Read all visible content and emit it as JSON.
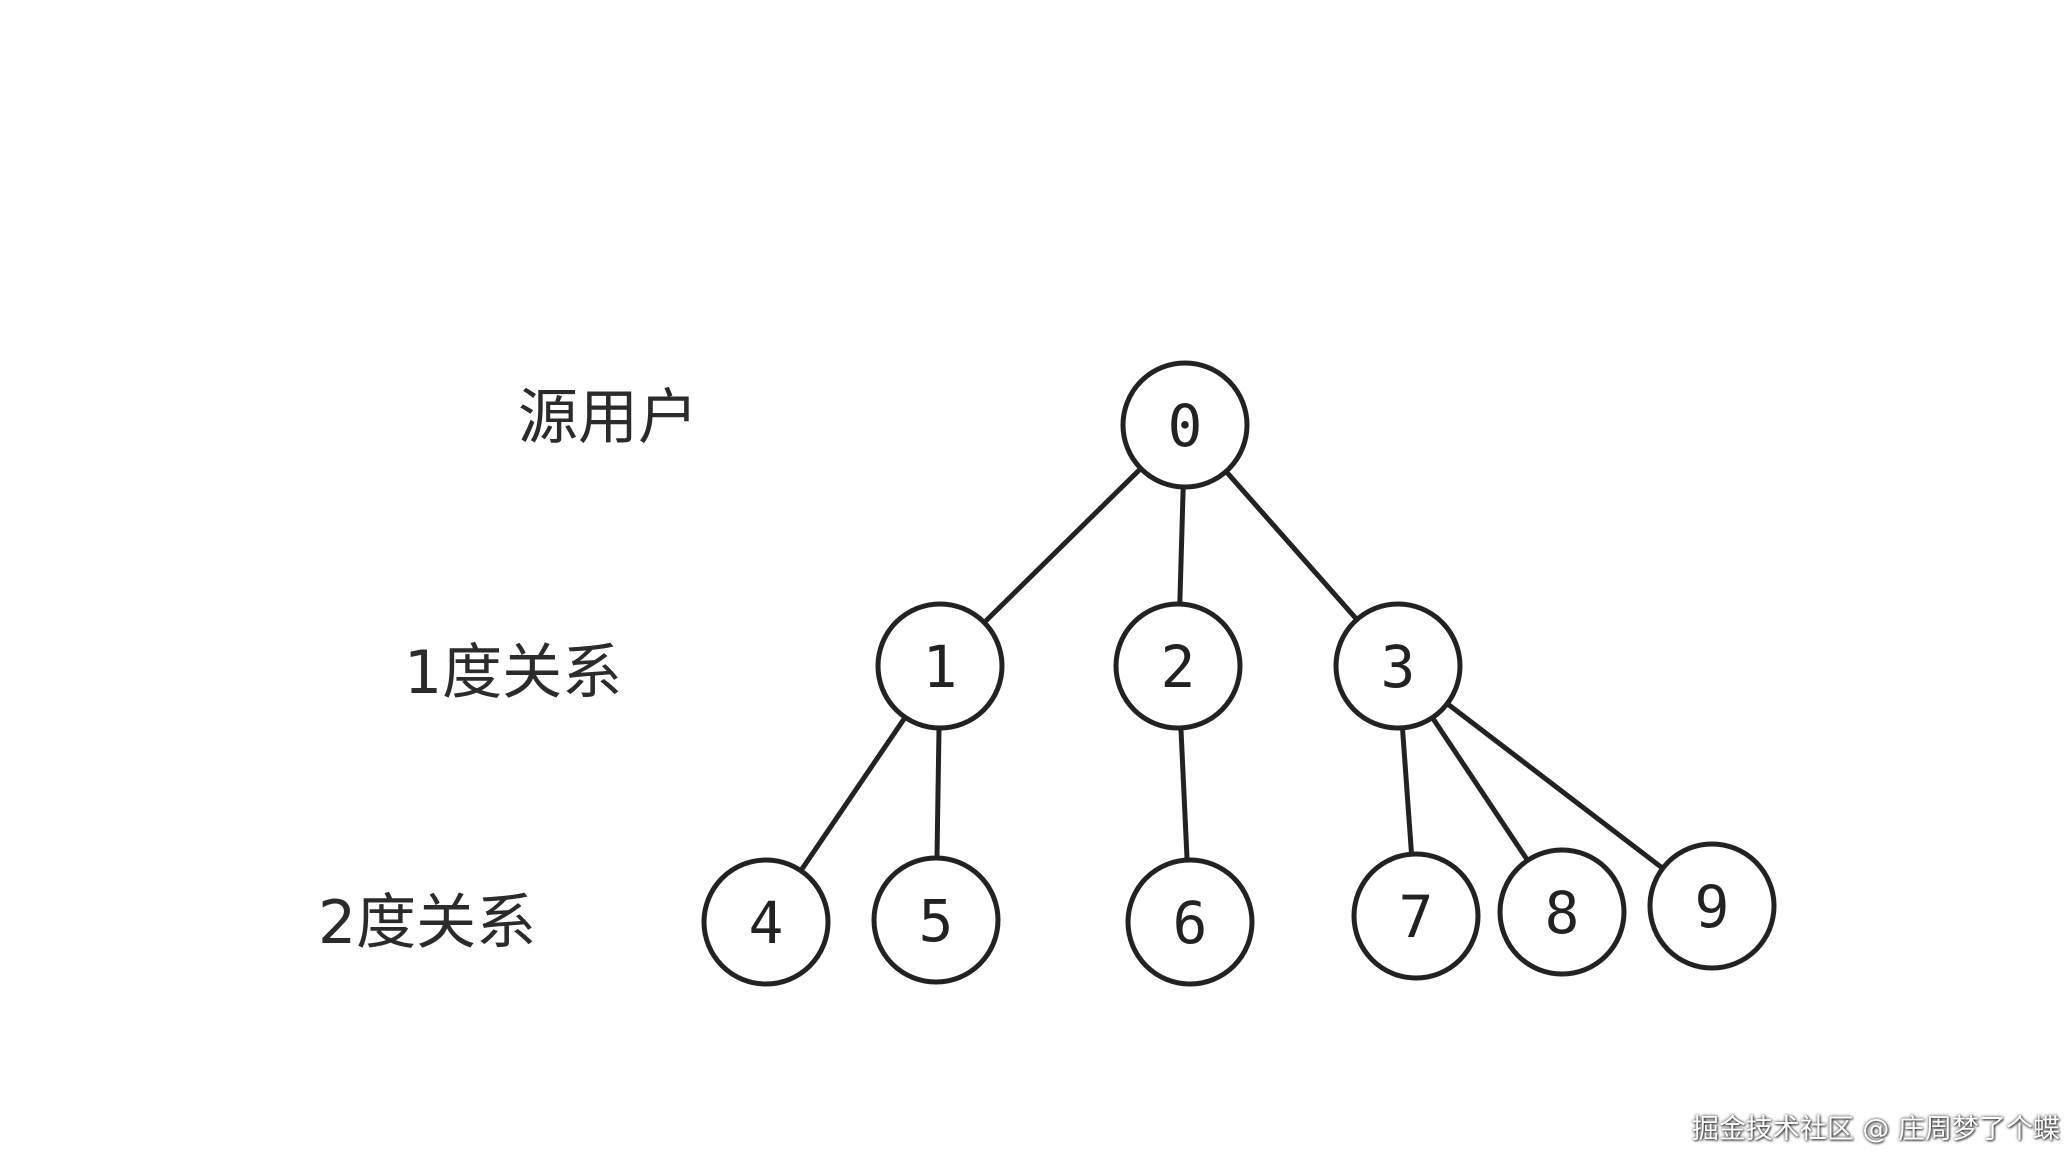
{
  "levels": {
    "source_label": "源用户",
    "degree1_label": "1度关系",
    "degree2_label": "2度关系"
  },
  "tree": {
    "nodes": [
      {
        "id": "0",
        "label": "0",
        "level": 0
      },
      {
        "id": "1",
        "label": "1",
        "level": 1
      },
      {
        "id": "2",
        "label": "2",
        "level": 1
      },
      {
        "id": "3",
        "label": "3",
        "level": 1
      },
      {
        "id": "4",
        "label": "4",
        "level": 2
      },
      {
        "id": "5",
        "label": "5",
        "level": 2
      },
      {
        "id": "6",
        "label": "6",
        "level": 2
      },
      {
        "id": "7",
        "label": "7",
        "level": 2
      },
      {
        "id": "8",
        "label": "8",
        "level": 2
      },
      {
        "id": "9",
        "label": "9",
        "level": 2
      }
    ],
    "edges": [
      {
        "from": "0",
        "to": "1"
      },
      {
        "from": "0",
        "to": "2"
      },
      {
        "from": "0",
        "to": "3"
      },
      {
        "from": "1",
        "to": "4"
      },
      {
        "from": "1",
        "to": "5"
      },
      {
        "from": "2",
        "to": "6"
      },
      {
        "from": "3",
        "to": "7"
      },
      {
        "from": "3",
        "to": "8"
      },
      {
        "from": "3",
        "to": "9"
      }
    ]
  },
  "colors": {
    "ink": "#222222",
    "background": "#ffffff"
  },
  "watermark": {
    "text": "掘金技术社区 @ 庄周梦了个蝶"
  }
}
